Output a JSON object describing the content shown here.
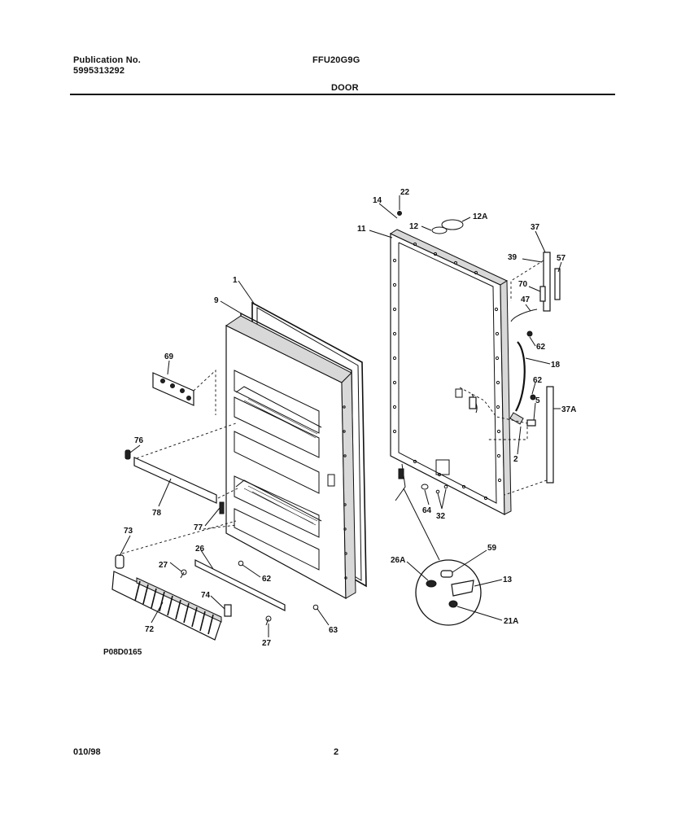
{
  "header": {
    "publication_label": "Publication No.",
    "publication_number": "5995313292",
    "model": "FFU20G9G",
    "section": "DOOR"
  },
  "footer": {
    "date": "010/98",
    "page": "2"
  },
  "diagram": {
    "drawing_id": "P08D0165",
    "callouts": [
      "1",
      "9",
      "69",
      "76",
      "78",
      "77",
      "73",
      "26",
      "27",
      "62",
      "74",
      "72",
      "27",
      "63",
      "22",
      "14",
      "12",
      "12A",
      "11",
      "37",
      "39",
      "57",
      "70",
      "47",
      "62",
      "18",
      "62",
      "5",
      "37A",
      "2",
      "64",
      "32",
      "26A",
      "59",
      "13",
      "21A"
    ]
  }
}
